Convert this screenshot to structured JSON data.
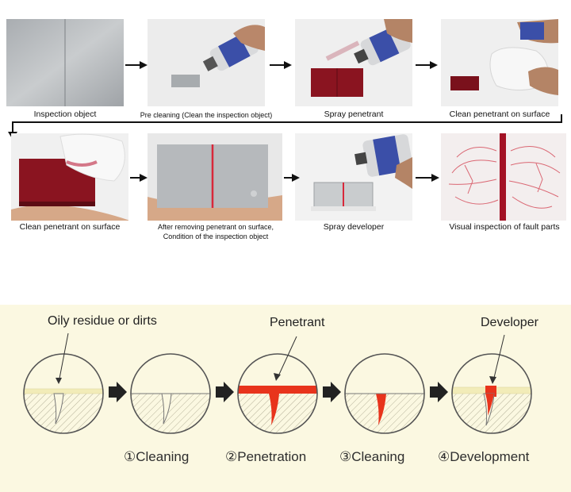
{
  "top_steps": [
    {
      "caption": "Inspection object"
    },
    {
      "caption": "Pre cleaning (Clean the inspection object)"
    },
    {
      "caption": "Spray penetrant"
    },
    {
      "caption": "Clean penetrant on surface"
    },
    {
      "caption": "Clean penetrant on surface"
    },
    {
      "caption": "After removing penetrant on surface,\nCondition of the inspection object"
    },
    {
      "caption": "Spray developer"
    },
    {
      "caption": "Visual inspection of fault parts"
    }
  ],
  "bottom": {
    "callout_oily": "Oily residue or dirts",
    "callout_penetrant": "Penetrant",
    "callout_developer": "Developer",
    "steps": [
      {
        "label": "①Cleaning"
      },
      {
        "label": "②Penetration"
      },
      {
        "label": "③Cleaning"
      },
      {
        "label": "④Development"
      }
    ]
  },
  "colors": {
    "penetrant": "#e8341c",
    "developer_red": "#e8341c",
    "panel_bg": "#fbf8e1",
    "metal": "#b9bcbf",
    "dye": "#8a1420"
  }
}
